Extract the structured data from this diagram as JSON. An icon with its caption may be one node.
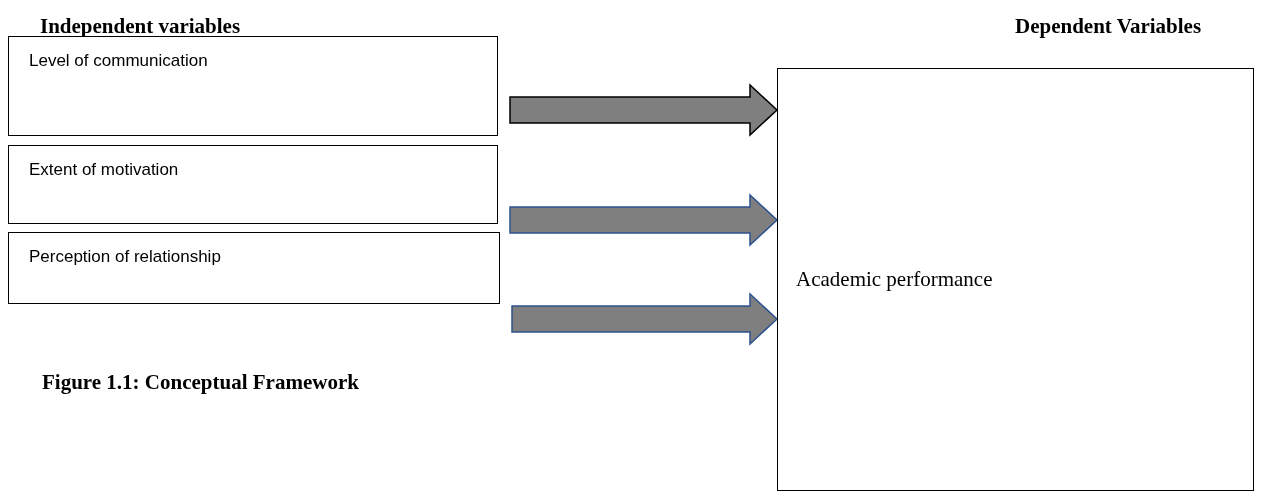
{
  "diagram": {
    "caption": "Figure 1.1: Conceptual Framework",
    "nodes": [
      {
        "text": [
          "Level of communication"
        ]
      },
      {
        "text": [
          "Extent of motivation"
        ]
      },
      {
        "text": [
          "Perception of relationship"
        ]
      },
      {
        "text": [
          "Academic performance"
        ]
      }
    ],
    "edges": [
      {
        "from": 0,
        "to": 3,
        "arrow": "to",
        "style": "thick",
        "color": "#000000"
      },
      {
        "from": 1,
        "to": 3,
        "arrow": "to",
        "style": "thick"
      },
      {
        "from": 2,
        "to": 3,
        "arrow": "to",
        "style": "thick"
      }
    ],
    "labels": [
      "Independent variables",
      "Dependent Variables"
    ]
  }
}
